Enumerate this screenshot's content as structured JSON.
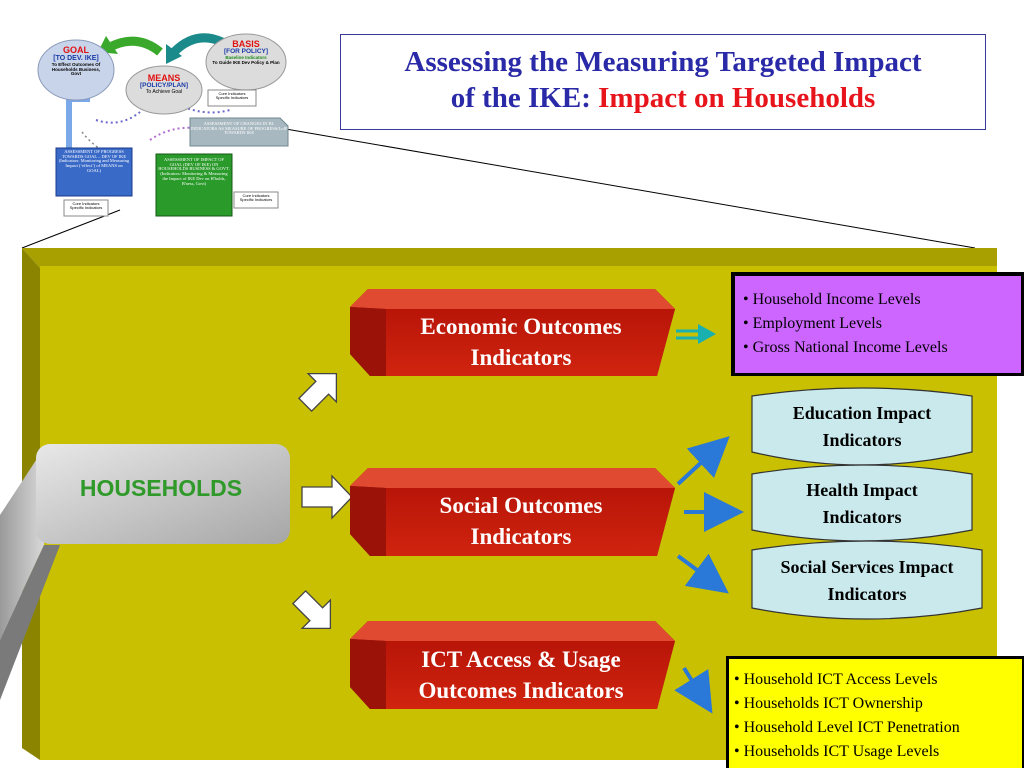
{
  "title": {
    "line1": "Assessing the Measuring Targeted Impact",
    "line2_prefix": "of the IKE: ",
    "line2_highlight": "Impact on Households"
  },
  "households": "HOUSEHOLDS",
  "outcomes": [
    {
      "line1": "Economic Outcomes",
      "line2": "Indicators"
    },
    {
      "line1": "Social Outcomes",
      "line2": "Indicators"
    },
    {
      "line1": "ICT Access & Usage",
      "line2": "Outcomes Indicators"
    }
  ],
  "economic_list": [
    "Household Income Levels",
    "Employment Levels",
    "Gross National Income Levels"
  ],
  "social_scrolls": [
    {
      "line1": "Education Impact",
      "line2": "Indicators"
    },
    {
      "line1": "Health Impact",
      "line2": "Indicators"
    },
    {
      "line1": "Social Services Impact",
      "line2": "Indicators"
    }
  ],
  "ict_list": [
    "Household ICT Access Levels",
    "Households ICT Ownership",
    "Household Level ICT Penetration",
    "Households ICT Usage Levels"
  ],
  "thumbnail": {
    "goal_title": "GOAL",
    "goal_sub": "[TO DEV. IKE]",
    "goal_desc": "To Effect Outcomes Of Households Business, Govt",
    "means_title": "MEANS",
    "means_sub": "[POLICY/PLAN]",
    "means_desc": "To Achieve Goal",
    "basis_title": "BASIS",
    "basis_sub": "[FOR POLICY]",
    "basis_desc1": "Baseline Indicators",
    "basis_desc2": "To Guide IKE Dev Policy & Plan",
    "core_indicators": "Core Indicators",
    "specific_indicators": "Specific Indicators",
    "changes_box": "ASSESSMENT OF CHANGES IN BL INDICATORS AS MEASURE OF PROGRESS/LoIP TOWARDS IKE",
    "progress_box": "ASSESSMENT OF PROGRESS TOWARDS GOAL – DEV OF IKE (Indicators: Monitoring and Measuring Impact (‘effect’) of MEANS on GOAL)",
    "impact_box": "ASSESSMENT OF IMPACT OF GOAL (DEV OF IKE) ON HOUSEHOLDS BUSINESS & GOVT. (Indicators: Monitoring & Measuring the Impact of IKE Dev on H'holds, B'ness, Govt)"
  },
  "colors": {
    "title_blue": "#2a2aa8",
    "title_red": "#e8141c",
    "board": "#c8c000",
    "hex_red": "#cc1f10",
    "scroll_fill": "#c9e9ec",
    "economic_box": "#cc66ff",
    "ict_box": "#ffff00",
    "households_text": "#2f9a2a"
  }
}
